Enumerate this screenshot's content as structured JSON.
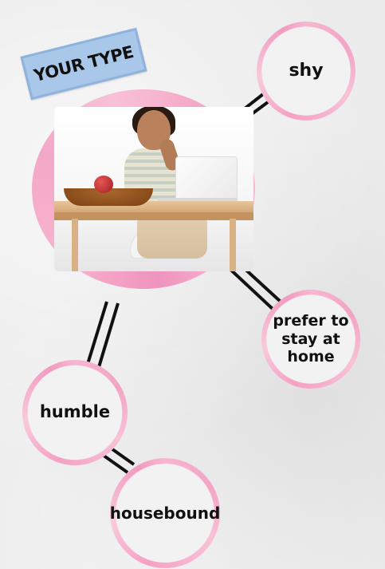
{
  "tag": {
    "text": "YOUR TYPE"
  },
  "traits": {
    "shy": "shy",
    "prefer_home": "prefer to stay at home",
    "humble": "humble",
    "housebound": "housebound"
  },
  "colors": {
    "ring_pink": "#f3a4c6",
    "tag_blue": "#a9c7e8",
    "connector": "#111111",
    "background": "#ececec"
  }
}
